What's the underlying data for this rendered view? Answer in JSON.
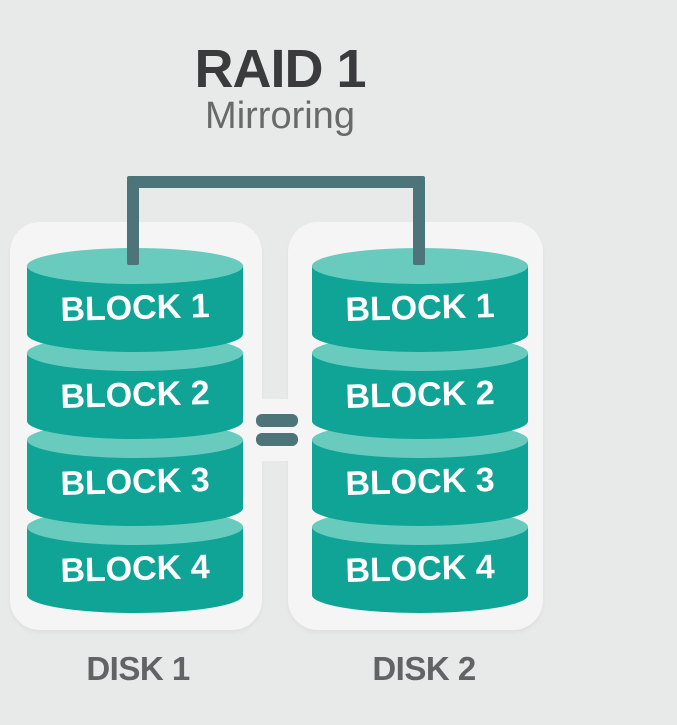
{
  "header": {
    "title": "RAID 1",
    "subtitle": "Mirroring"
  },
  "connector": {
    "type": "mirror-bracket",
    "equals_symbol": "="
  },
  "disks": [
    {
      "label": "DISK 1",
      "blocks": [
        "BLOCK 1",
        "BLOCK 2",
        "BLOCK 3",
        "BLOCK 4"
      ]
    },
    {
      "label": "DISK 2",
      "blocks": [
        "BLOCK 1",
        "BLOCK 2",
        "BLOCK 3",
        "BLOCK 4"
      ]
    }
  ],
  "colors": {
    "background": "#e8e9e9",
    "panel": "#f4f5f4",
    "cylinder_body": "#0fa496",
    "cylinder_top_face": "#68cbbe",
    "connector": "#4d7478",
    "title_text": "#3b3b3d",
    "subtitle_text": "#696969",
    "disk_label_text": "#636365",
    "block_label_text": "#ffffff"
  }
}
